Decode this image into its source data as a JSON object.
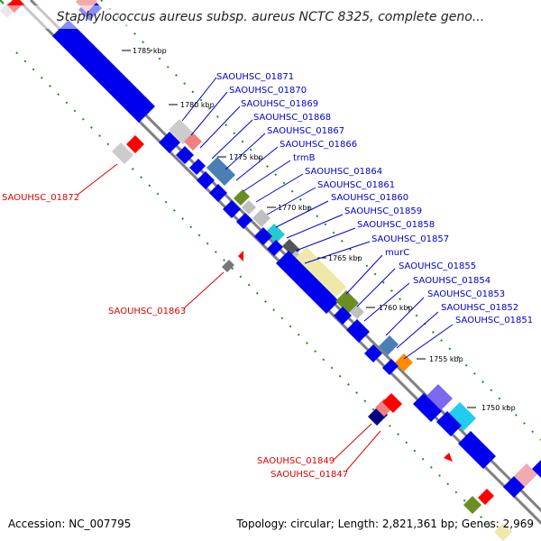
{
  "title": "Staphylococcus aureus subsp. aureus NCTC 8325, complete geno...",
  "footer": {
    "accession_label": "Accession:",
    "accession_value": "NC_007795",
    "topology_label": "Topology:",
    "topology_value": "circular",
    "length_label": "Length:",
    "length_value": "2,821,361 bp",
    "genes_label": "Genes:",
    "genes_value": "2,969"
  },
  "colors": {
    "forward_gene": "#0000ee",
    "label_blue": "#0000cc",
    "label_red": "#dd0000",
    "backbone": "#808080",
    "ruler_dots": "#228b22"
  },
  "kbp_ticks": [
    "1785 kbp",
    "1780 kbp",
    "1775 kbp",
    "1770 kbp",
    "1765 kbp",
    "1760 kbp",
    "1755 kbp",
    "1750 kbp"
  ],
  "forward_labels": [
    "SAOUHSC_01871",
    "SAOUHSC_01870",
    "SAOUHSC_01869",
    "SAOUHSC_01868",
    "SAOUHSC_01867",
    "SAOUHSC_01866",
    "trmB",
    "SAOUHSC_01864",
    "SAOUHSC_01861",
    "SAOUHSC_01860",
    "SAOUHSC_01859",
    "SAOUHSC_01858",
    "SAOUHSC_01857",
    "murC",
    "SAOUHSC_01855",
    "SAOUHSC_01854",
    "SAOUHSC_01853",
    "SAOUHSC_01852",
    "SAOUHSC_01851"
  ],
  "reverse_labels": [
    "SAOUHSC_01872",
    "SAOUHSC_01863",
    "SAOUHSC_01849",
    "SAOUHSC_01847"
  ]
}
